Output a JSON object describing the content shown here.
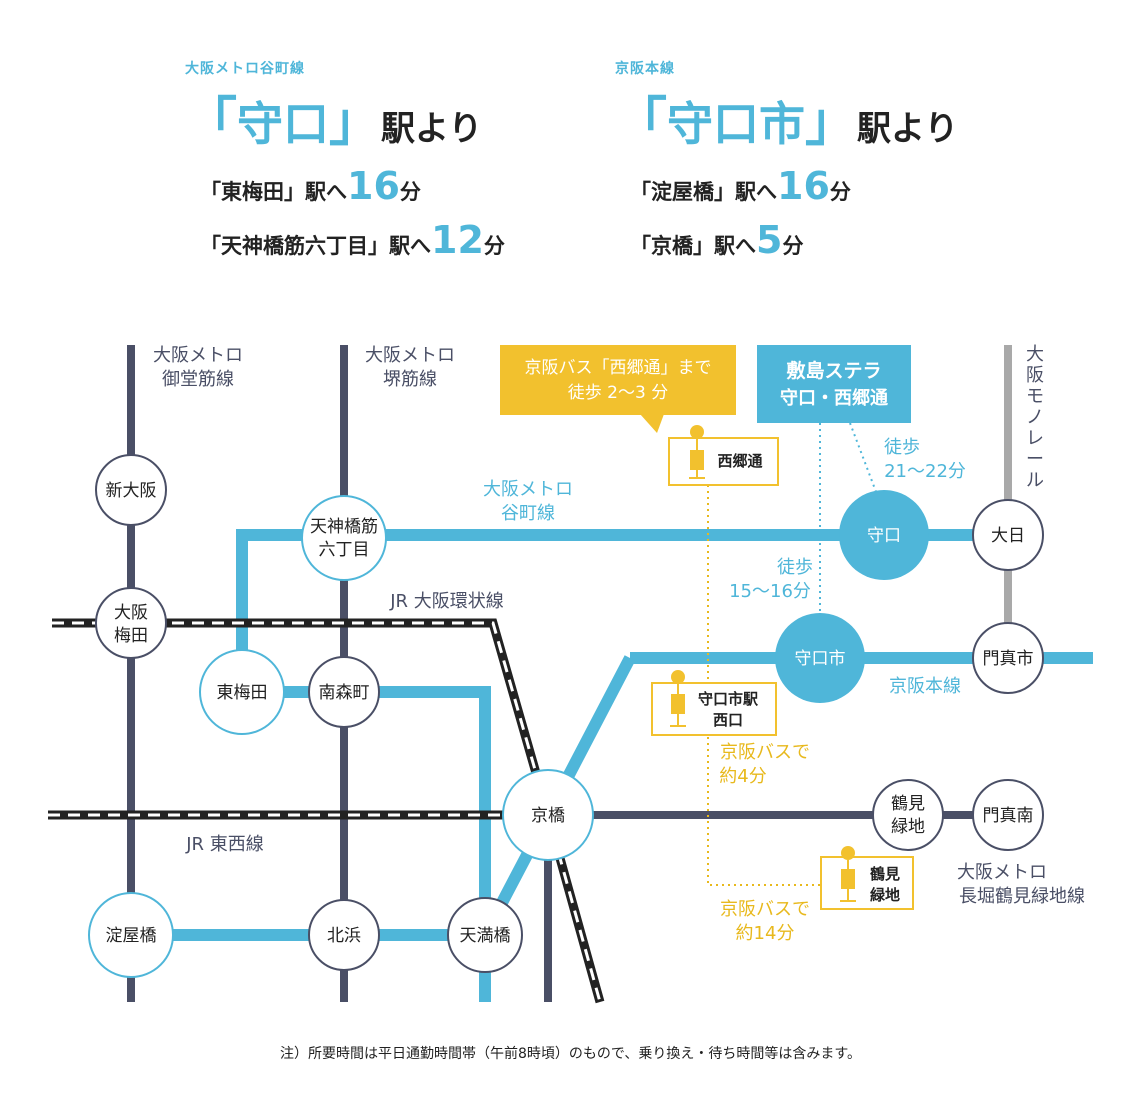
{
  "access": [
    {
      "line": "大阪メトロ谷町線",
      "open": "「",
      "station": "守口",
      "close": "」",
      "suffix": "駅より",
      "routes": [
        {
          "pre": "「東梅田」駅へ",
          "min": "16",
          "unit": "分"
        },
        {
          "pre": "「天神橋筋六丁目」駅へ",
          "min": "12",
          "unit": "分"
        }
      ]
    },
    {
      "line": "京阪本線",
      "open": "「",
      "station": "守口市",
      "close": "」",
      "suffix": "駅より",
      "routes": [
        {
          "pre": "「淀屋橋」駅へ",
          "min": "16",
          "unit": "分"
        },
        {
          "pre": "「京橋」駅へ",
          "min": "5",
          "unit": "分"
        }
      ]
    }
  ],
  "map": {
    "line_labels": {
      "midosuji": [
        "大阪メトロ",
        "御堂筋線"
      ],
      "sakaisuji": [
        "大阪メトロ",
        "堺筋線"
      ],
      "tanimachi": [
        "大阪メトロ",
        "谷町線"
      ],
      "loop": "JR 大阪環状線",
      "tozai": "JR 東西線",
      "keihan": "京阪本線",
      "nagahori": [
        "大阪メトロ",
        "長堀鶴見緑地線"
      ],
      "monorail": [
        "大",
        "阪",
        "モ",
        "ノ",
        "レ",
        "ー",
        "ル"
      ]
    },
    "stations": {
      "shin_osaka": [
        "新大阪"
      ],
      "umeda": [
        "大阪",
        "梅田"
      ],
      "tenjinbashi": [
        "天神橋筋",
        "六丁目"
      ],
      "higashi_umeda": [
        "東梅田"
      ],
      "minamimorimachi": [
        "南森町"
      ],
      "yodoyabashi": [
        "淀屋橋"
      ],
      "kitahama": [
        "北浜"
      ],
      "temmabashi": [
        "天満橋"
      ],
      "kyobashi": [
        "京橋"
      ],
      "moriguchi": [
        "守口"
      ],
      "dainichi": [
        "大日"
      ],
      "moriguchishi": [
        "守口市"
      ],
      "kadomashi": [
        "門真市"
      ],
      "tsurumi_ryokuchi": [
        "鶴見",
        "緑地"
      ],
      "kadoma_minami": [
        "門真南"
      ]
    },
    "property": [
      "敷島ステラ",
      "守口・西郷通"
    ],
    "bus_callout": [
      "京阪バス「西郷通」まで",
      "徒歩 2〜3 分"
    ],
    "bus_stops": {
      "saigodori": [
        "西郷通"
      ],
      "moriguchishi_nishi": [
        "守口市駅",
        "西口"
      ],
      "tsurumi": [
        "鶴見",
        "緑地"
      ]
    },
    "walk_moriguchi": [
      "徒歩",
      "21〜22分"
    ],
    "walk_moriguchishi": [
      "徒歩",
      "15〜16分"
    ],
    "bus_4": [
      "京阪バスで",
      "約4分"
    ],
    "bus_14": [
      "京阪バスで",
      "約14分"
    ]
  },
  "note": "注）所要時間は平日通勤時間帯（午前8時頃）のもので、乗り換え・待ち時間等は含みます。",
  "colors": {
    "accent_blue": "#4fb6d9",
    "navy_line": "#4a4f66",
    "yellow": "#f2c12e",
    "monorail_gray": "#a9a9a9",
    "jr_black": "#222222"
  }
}
